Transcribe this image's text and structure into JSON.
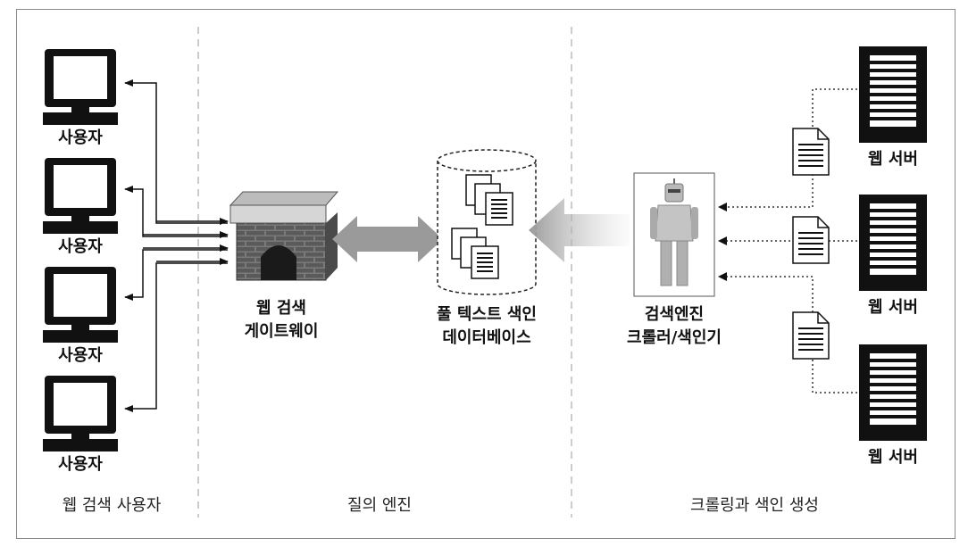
{
  "users": [
    {
      "label": "사용자"
    },
    {
      "label": "사용자"
    },
    {
      "label": "사용자"
    },
    {
      "label": "사용자"
    }
  ],
  "gateway": {
    "line1": "웹 검색",
    "line2": "게이트웨이"
  },
  "database": {
    "line1": "풀 텍스트 색인",
    "line2": "데이터베이스"
  },
  "crawler": {
    "line1": "검색엔진",
    "line2": "크롤러/색인기"
  },
  "servers": [
    {
      "label": "웹 서버"
    },
    {
      "label": "웹 서버"
    },
    {
      "label": "웹 서버"
    }
  ],
  "sections": {
    "left": "웹 검색 사용자",
    "middle": "질의 엔진",
    "right": "크롤링과 색인 생성"
  }
}
